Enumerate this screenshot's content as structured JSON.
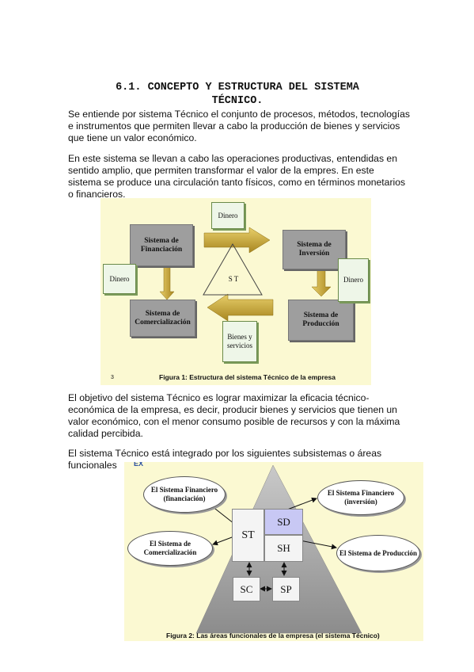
{
  "heading": {
    "line1": "6.1. CONCEPTO Y ESTRUCTURA DEL SISTEMA",
    "line2": "TÉCNICO."
  },
  "paragraphs": [
    "Se entiende por sistema Técnico el conjunto de procesos, métodos, tecnologías e instrumentos que permiten llevar a cabo la producción de bienes y servicios que tiene un valor económico.",
    "En este sistema se llevan a cabo las operaciones productivas, entendidas en sentido amplio, que permiten transformar el valor de la empres. En este sistema se produce una circulación tanto físicos, como en términos monetarios o financieros.",
    "El objetivo del sistema Técnico es lograr maximizar la eficacia técnico-económica de la empresa, es decir, producir bienes y servicios que tienen un valor económico, con el menor consumo posible de recursos y con la máxima calidad percibida.",
    "El sistema Técnico está integrado por los siguientes subsistemas o áreas funcionales"
  ],
  "figure1": {
    "financiacion": "Sistema de Financiación",
    "inversion": "Sistema de Inversión",
    "comercializacion": "Sistema de Comercialización",
    "produccion": "Sistema de Producción",
    "dinero_top": "Dinero",
    "dinero_left": "Dinero",
    "dinero_right": "Dinero",
    "bienes": "Bienes y servicios",
    "center": "S T",
    "page_number": "3",
    "caption": "Figura 1: Estructura del sistema Técnico de la empresa",
    "colors": {
      "background": "#fbf9d2",
      "arrow": "#c9a832",
      "box": "#9e9e9e"
    }
  },
  "figure2": {
    "corner_tag": "EX",
    "fin_financiacion": "El Sistema Financiero (financiación)",
    "fin_inversion": "El Sistema Financiero (inversión)",
    "comercializacion": "El Sistema de Comercialización",
    "produccion": "El Sistema de Producción",
    "st": "ST",
    "sd": "SD",
    "sh": "SH",
    "sc": "SC",
    "sp": "SP",
    "caption": "Figura 2: Las áreas funcionales de la empresa (el sistema Técnico)",
    "colors": {
      "background": "#fbf9d2",
      "sd_fill": "#c8c8f4",
      "pyramid": "#9a9a9a"
    }
  }
}
